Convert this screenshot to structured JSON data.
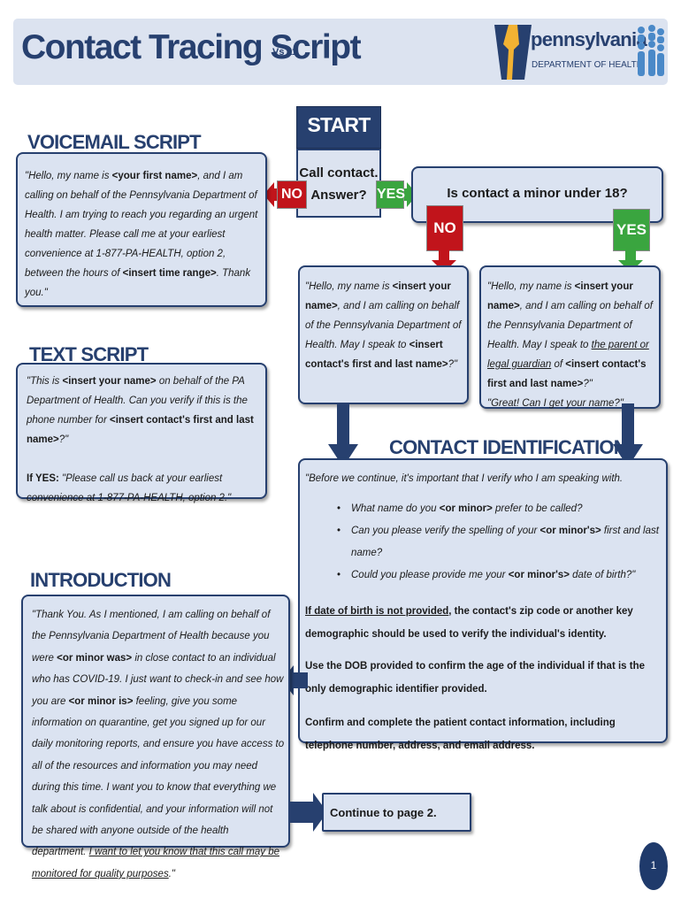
{
  "header": {
    "title": "Contact Tracing Script",
    "version": "Vs 11",
    "logo_name": "pennsylvania",
    "logo_dept": "DEPARTMENT OF HEALTH"
  },
  "flow": {
    "start": "START",
    "question1_line1": "Call contact.",
    "question1_line2": "Answer?",
    "no": "NO",
    "yes": "YES",
    "question2": "Is contact a minor under 18?",
    "branch_no": "NO",
    "branch_yes": "YES"
  },
  "voicemail": {
    "heading": "VOICEMAIL SCRIPT",
    "t1": "\"Hello, my name is ",
    "b1": "<your first name>",
    "t2": ",  and I am calling on behalf of the Pennsylvania Department of Health. I am trying to reach you regarding an urgent health matter. Please call me at your earliest convenience at 1-877-PA-HEALTH, option 2, between the hours of  ",
    "b2": "<insert time range>",
    "t3": ". Thank you.\""
  },
  "adult": {
    "t1": "\"Hello, my name is ",
    "b1": "<insert your name>",
    "t2": ", and I am calling on behalf of the Pennsylvania Department of Health. May I speak to ",
    "b2": "<insert contact's first and last name>",
    "t3": "?\""
  },
  "minor": {
    "t1": "\"Hello, my name is ",
    "b1": "<insert your name>",
    "t2": ", and I am calling on behalf of the Pennsylvania Department of Health. May I speak to ",
    "u1": "the parent or legal guardian",
    "t3": " of ",
    "b2": "<insert contact's first and last name>",
    "t4": "?\"",
    "t5": "\"Great! Can I get your name?\""
  },
  "text_script": {
    "heading": "TEXT SCRIPT",
    "t1": "\"This is ",
    "b1": "<insert your name>",
    "t2": " on behalf of the PA Department of Health. Can you verify if this is the phone number for ",
    "b2": "<insert contact's first and last name>",
    "t3": "?\"",
    "yes_label": "If YES:",
    "yes_text": " \"Please call us back at your earliest convenience at 1-877-PA-HEALTH, option 2.\""
  },
  "identification": {
    "heading": "CONTACT IDENTIFICATION",
    "intro": "\"Before we continue, it's important that I verify who I am speaking with.",
    "bullets": [
      {
        "a": "What name do you ",
        "b": "<or minor>",
        "c": " prefer to be called?"
      },
      {
        "a": "Can you please verify the spelling of your ",
        "b": "<or minor's>",
        "c": " first and last name?"
      },
      {
        "a": "Could you please provide me your ",
        "b": "<or minor's>",
        "c": " date of birth?\""
      }
    ],
    "p1_u": "If date of birth is not provided",
    "p1": ", the contact's zip code or another key demographic should be used to verify the individual's identity.",
    "p2": "Use the DOB provided to confirm the age of the individual if that is the only demographic identifier provided.",
    "p3": "Confirm and complete the patient contact information, including telephone number, address, and email address."
  },
  "introduction": {
    "heading": "INTRODUCTION",
    "t1": "\"Thank You.  As I mentioned, I am calling on behalf of the Pennsylvania Department of Health because you were ",
    "b1": "<or minor was>",
    "t2": " in close contact to an individual who has COVID-19. I just want to check-in and see how you are ",
    "b2": "<or minor is>",
    "t3": " feeling, give you some information on quarantine, get you signed up for our daily monitoring reports, and ensure you have access to all of the resources and information you may need during this time. I want you to know that everything we talk about is confidential, and your information will not be shared with anyone outside of the health department.  ",
    "u1": "I want to let you know that this call may be monitored for quality purposes",
    "t4": ".\""
  },
  "continue": "Continue to page 2.",
  "page_number": "1",
  "colors": {
    "navy": "#27406f",
    "box": "#dbe3f1",
    "red": "#c1141b",
    "green": "#3aa53f"
  }
}
